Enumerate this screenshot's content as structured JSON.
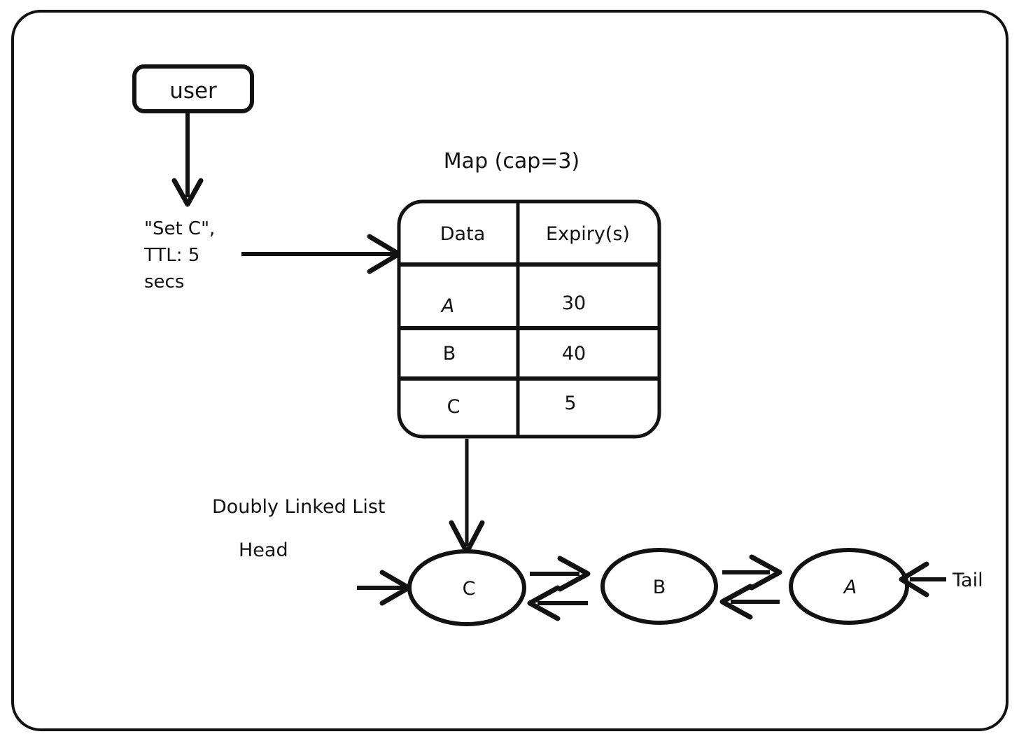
{
  "diagram": {
    "title_label": "Map (cap=3)",
    "actor": {
      "label": "user"
    },
    "request": {
      "line1": "\"Set C\",",
      "line2": "TTL: 5",
      "line3": "secs"
    },
    "map_table": {
      "headers": [
        "Data",
        "Expiry(s)"
      ],
      "rows": [
        {
          "data": "A",
          "expiry": "30"
        },
        {
          "data": "B",
          "expiry": "40"
        },
        {
          "data": "C",
          "expiry": "5"
        }
      ]
    },
    "linked_list": {
      "title": "Doubly Linked List",
      "head_label": "Head",
      "tail_label": "Tail",
      "nodes": [
        {
          "label": "C"
        },
        {
          "label": "B"
        },
        {
          "label": "A"
        }
      ]
    },
    "colors": {
      "stroke": "#121212",
      "background": "#ffffff"
    }
  }
}
